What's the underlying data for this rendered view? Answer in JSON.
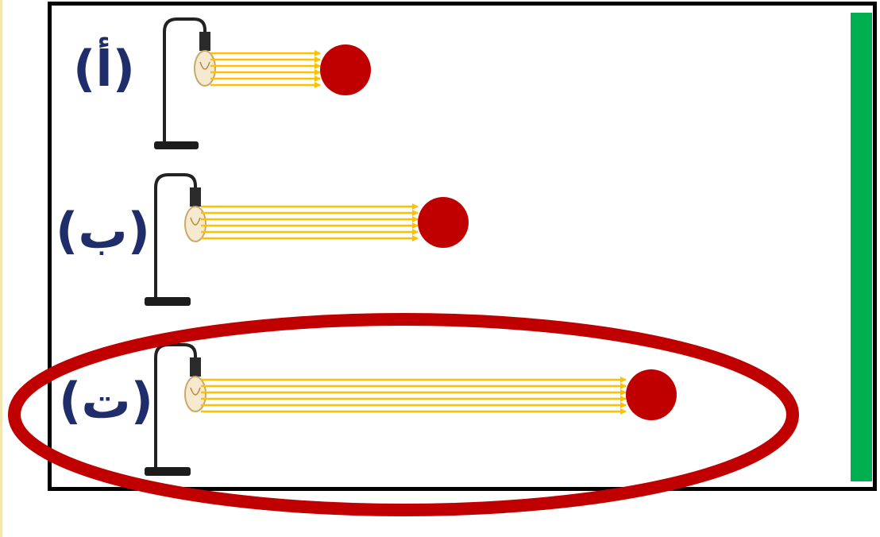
{
  "labels": {
    "a": "(أ)",
    "b": "(ب)",
    "t": "(ت)"
  },
  "rows": [
    {
      "id": "a",
      "ball_distance": 1
    },
    {
      "id": "b",
      "ball_distance": 2
    },
    {
      "id": "t",
      "ball_distance": 4
    }
  ],
  "highlighted_row": "t",
  "colors": {
    "frame": "#000000",
    "screen": "#00b050",
    "ball": "#c00000",
    "rays": "#ffc000",
    "label": "#1f2d6b",
    "highlight_ellipse": "#c00000",
    "lamp": "#222222"
  },
  "icons": {
    "lamp": "desk-lamp-icon",
    "ball": "ball-icon",
    "screen": "screen-bar"
  }
}
